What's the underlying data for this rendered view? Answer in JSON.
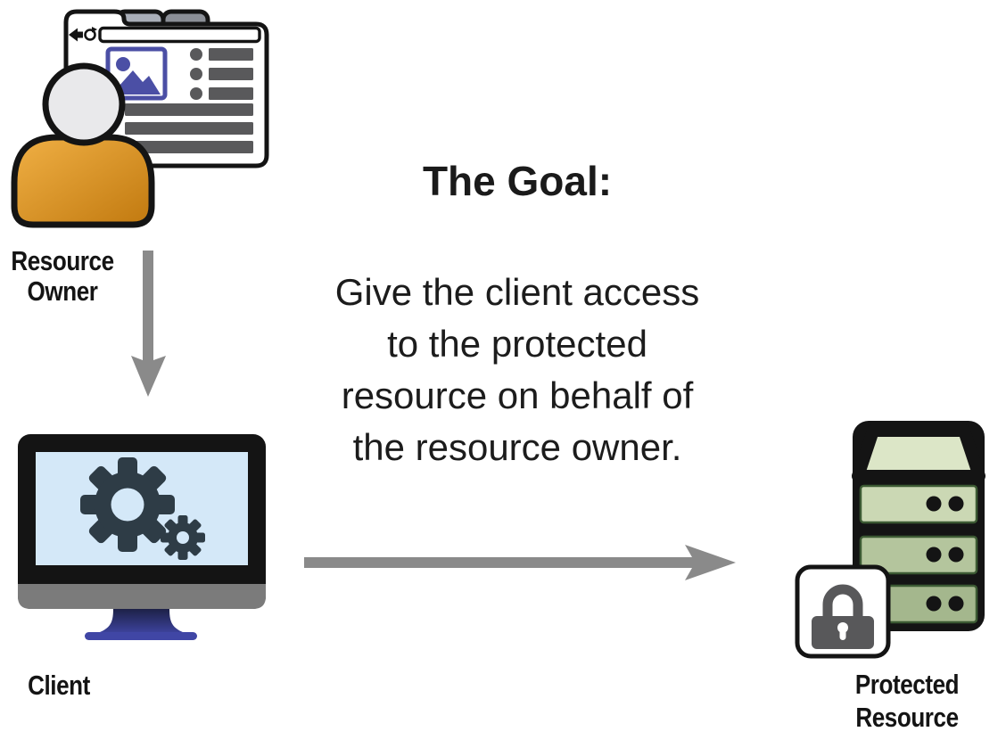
{
  "header": {
    "title": "The Goal:"
  },
  "goal": {
    "full_text": "Give the client access to the protected resource on behalf of the resource owner.",
    "lines": [
      "Give the client access",
      "to the protected",
      "resource on behalf of",
      "the resource owner."
    ]
  },
  "nodes": {
    "resource_owner": {
      "label": "Resource Owner",
      "lines": [
        "Resource",
        "Owner"
      ],
      "icon": "user-with-browser-icon"
    },
    "client": {
      "label": "Client",
      "icon": "computer-with-gears-icon"
    },
    "protected_resource": {
      "label": "Protected Resource",
      "lines": [
        "Protected",
        "Resource"
      ],
      "icon": "server-with-lock-icon"
    }
  },
  "relations": [
    {
      "from": "resource_owner",
      "to": "client",
      "arrow": "down"
    },
    {
      "from": "client",
      "to": "protected_resource",
      "arrow": "right"
    }
  ],
  "icons": [
    "browser-window-icon",
    "user-icon",
    "gear-icon",
    "monitor-icon",
    "server-icon",
    "lock-icon",
    "arrow-down-icon",
    "arrow-right-icon",
    "back-arrow-icon",
    "refresh-icon",
    "image-placeholder-icon"
  ],
  "colors": {
    "outline_black": "#141414",
    "person_orange_light": "#f0b045",
    "person_orange_dark": "#c1790f",
    "person_head_gray": "#e9e9eb",
    "browser_indigo": "#4b4fa5",
    "browser_bar_gray": "#59595b",
    "tab_gray_light": "#a9aeb8",
    "tab_gray_dark": "#8b8f97",
    "screen_blue": "#d4e8f8",
    "gear_slate": "#2e3c46",
    "monitor_chin_gray": "#7b7b7b",
    "stand_indigo": "#3f45a3",
    "server_green_top": "#dce6c7",
    "server_green_bay1": "#cbd8b4",
    "server_green_bay2": "#b4c59d",
    "server_green_bay3": "#a4b78d",
    "lock_gray": "#58585a",
    "arrow_gray": "#8a8a8a",
    "text_black": "#1a1a1a"
  }
}
